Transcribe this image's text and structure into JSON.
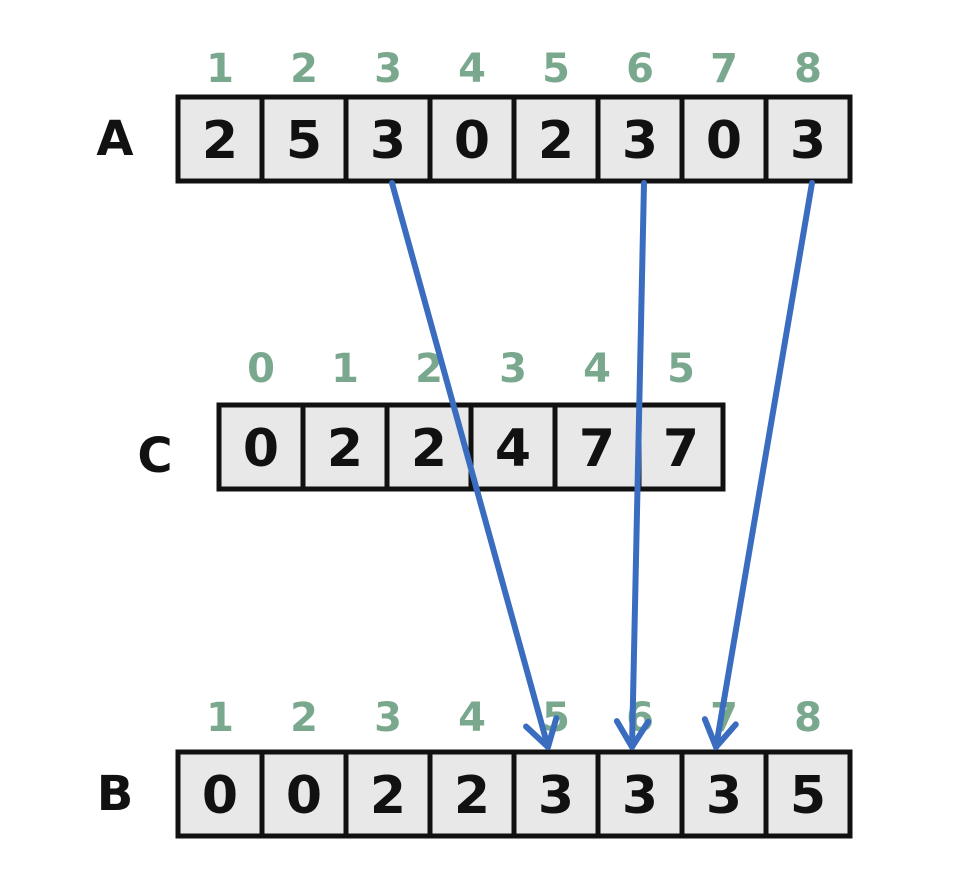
{
  "colors": {
    "index": "#7aa88e",
    "arrow": "#3a6dbf",
    "cell_fill": "#e8e8e8",
    "cell_border": "#111111"
  },
  "arrays": [
    {
      "name": "A",
      "indices": [
        "1",
        "2",
        "3",
        "4",
        "5",
        "6",
        "7",
        "8"
      ],
      "values": [
        "2",
        "5",
        "3",
        "0",
        "2",
        "3",
        "0",
        "3"
      ]
    },
    {
      "name": "C",
      "indices": [
        "0",
        "1",
        "2",
        "3",
        "4",
        "5"
      ],
      "values": [
        "0",
        "2",
        "2",
        "4",
        "7",
        "7"
      ]
    },
    {
      "name": "B",
      "indices": [
        "1",
        "2",
        "3",
        "4",
        "5",
        "6",
        "7",
        "8"
      ],
      "values": [
        "0",
        "0",
        "2",
        "2",
        "3",
        "3",
        "3",
        "5"
      ]
    }
  ],
  "arrows": [
    {
      "from_array": "A",
      "from_index": "3",
      "to_array": "B",
      "to_index": "5"
    },
    {
      "from_array": "A",
      "from_index": "6",
      "to_array": "B",
      "to_index": "6"
    },
    {
      "from_array": "A",
      "from_index": "8",
      "to_array": "B",
      "to_index": "7"
    }
  ]
}
